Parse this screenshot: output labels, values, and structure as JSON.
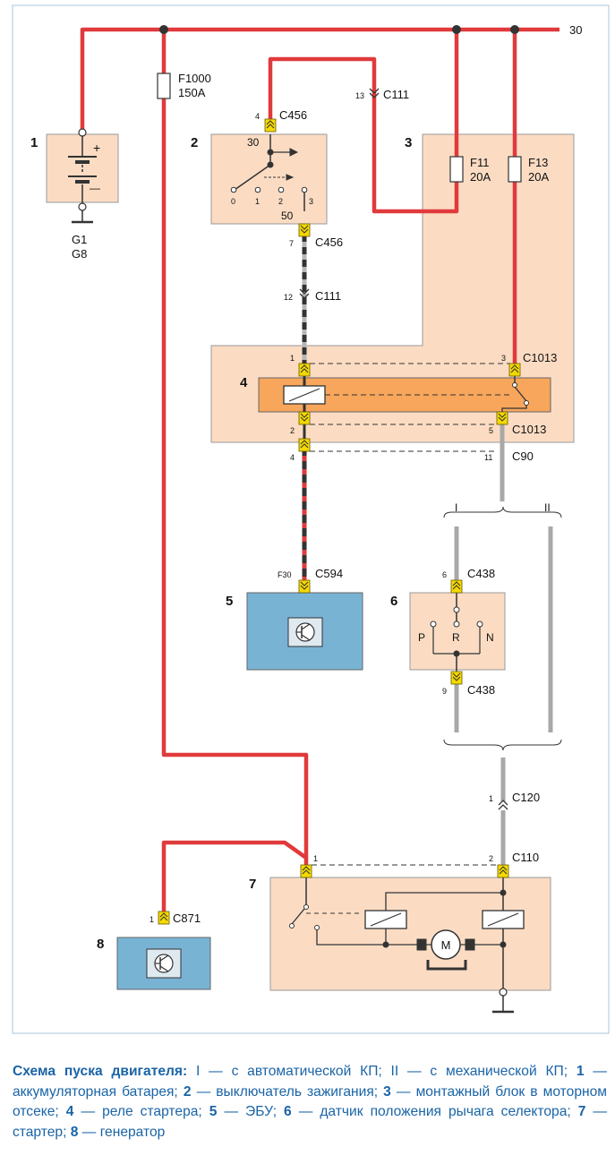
{
  "colors": {
    "power_wire": "#e03a3c",
    "ground_wire": "#333333",
    "signal_wire": "#a8a8a8",
    "module_fill": "#fbdcc3",
    "relay_fill": "#f7a65c",
    "sensor_fill": "#78b3d4",
    "connector": "#f4d900",
    "caption_text": "#1a64a6"
  },
  "labels": {
    "terminal_30": "30",
    "fuse_main_name": "F1000",
    "fuse_main_rating": "150A",
    "fuse_f11_name": "F11",
    "fuse_f11_rating": "20A",
    "fuse_f13_name": "F13",
    "fuse_f13_rating": "20A",
    "c111_top_pin": "13",
    "c111_top_name": "C111",
    "c456_top_pin": "4",
    "c456_top_name": "C456",
    "switch_pin_30": "30",
    "switch_pin_50": "50",
    "switch_pos_0": "0",
    "switch_pos_1": "1",
    "switch_pos_2": "2",
    "switch_pos_3": "3",
    "c456_bot_pin": "7",
    "c456_bot_name": "C456",
    "c111_mid_pin": "12",
    "c111_mid_name": "C111",
    "battery_plus": "+",
    "battery_minus": "—",
    "ground_g1": "G1",
    "ground_g8": "G8",
    "c1013_pin1": "1",
    "c1013_pin3": "3",
    "c1013_top_name": "C1013",
    "c1013_pin2": "2",
    "c1013_pin5": "5",
    "c1013_bot_name": "C1013",
    "c90_pin4": "4",
    "c90_pin11": "11",
    "c90_name": "C90",
    "branch_I": "I",
    "branch_II": "II",
    "c594_pin": "F30",
    "c594_name": "C594",
    "c438_top_pin": "6",
    "c438_top_name": "C438",
    "c438_bot_pin": "9",
    "c438_bot_name": "C438",
    "sel_P": "P",
    "sel_R": "R",
    "sel_N": "N",
    "c120_pin": "1",
    "c120_name": "C120",
    "c110_pin1": "1",
    "c110_pin2": "2",
    "c110_name": "C110",
    "c871_pin": "1",
    "c871_name": "C871",
    "motor": "M"
  },
  "component_numbers": [
    "1",
    "2",
    "3",
    "4",
    "5",
    "6",
    "7",
    "8"
  ],
  "caption": {
    "title": "Схема пуска двигателя:",
    "text_1": " I — с автоматической КП; II — с механической КП; ",
    "n1": "1",
    "t1": " — аккумуляторная батарея; ",
    "n2": "2",
    "t2": " — выключатель зажигания; ",
    "n3": "3",
    "t3": " — монтажный блок в моторном отсеке; ",
    "n4": "4",
    "t4": " — реле стартера; ",
    "n5": "5",
    "t5": " — ЭБУ; ",
    "n6": "6",
    "t6": " — датчик положения рычага селектора; ",
    "n7": "7",
    "t7": " — стартер; ",
    "n8": "8",
    "t8": " — генератор"
  }
}
